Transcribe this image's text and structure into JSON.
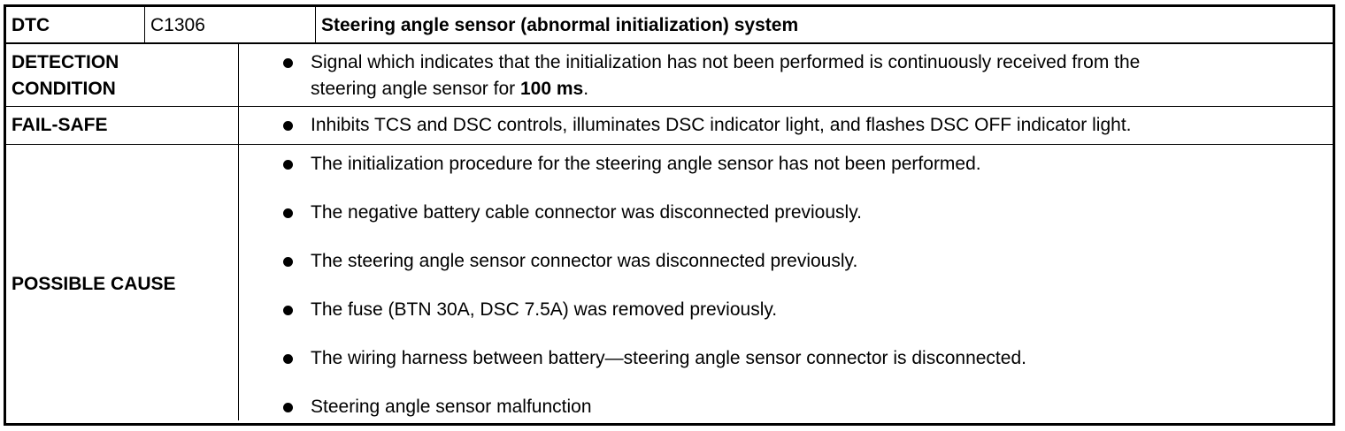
{
  "header": {
    "dtc_label": "DTC",
    "dtc_code": "C1306",
    "dtc_title": "Steering angle sensor (abnormal initialization) system"
  },
  "detection": {
    "label_line1": "DETECTION",
    "label_line2": "CONDITION",
    "text_line1": "Signal which indicates that the initialization has not been performed is continuously received from the",
    "text_line2_pre": "steering angle sensor for ",
    "text_line2_bold": "100 ms",
    "text_line2_post": "."
  },
  "failsafe": {
    "label": "FAIL-SAFE",
    "text": "Inhibits TCS and DSC controls, illuminates DSC indicator light, and flashes DSC OFF indicator light."
  },
  "possible_cause": {
    "label": "POSSIBLE CAUSE",
    "items": [
      "The initialization procedure for the steering angle sensor has not been performed.",
      "The negative battery cable connector was disconnected previously.",
      "The steering angle sensor connector was disconnected previously.",
      "The fuse (BTN 30A, DSC 7.5A) was removed previously.",
      "The wiring harness between battery—steering angle sensor connector is disconnected.",
      "Steering angle sensor malfunction"
    ]
  }
}
